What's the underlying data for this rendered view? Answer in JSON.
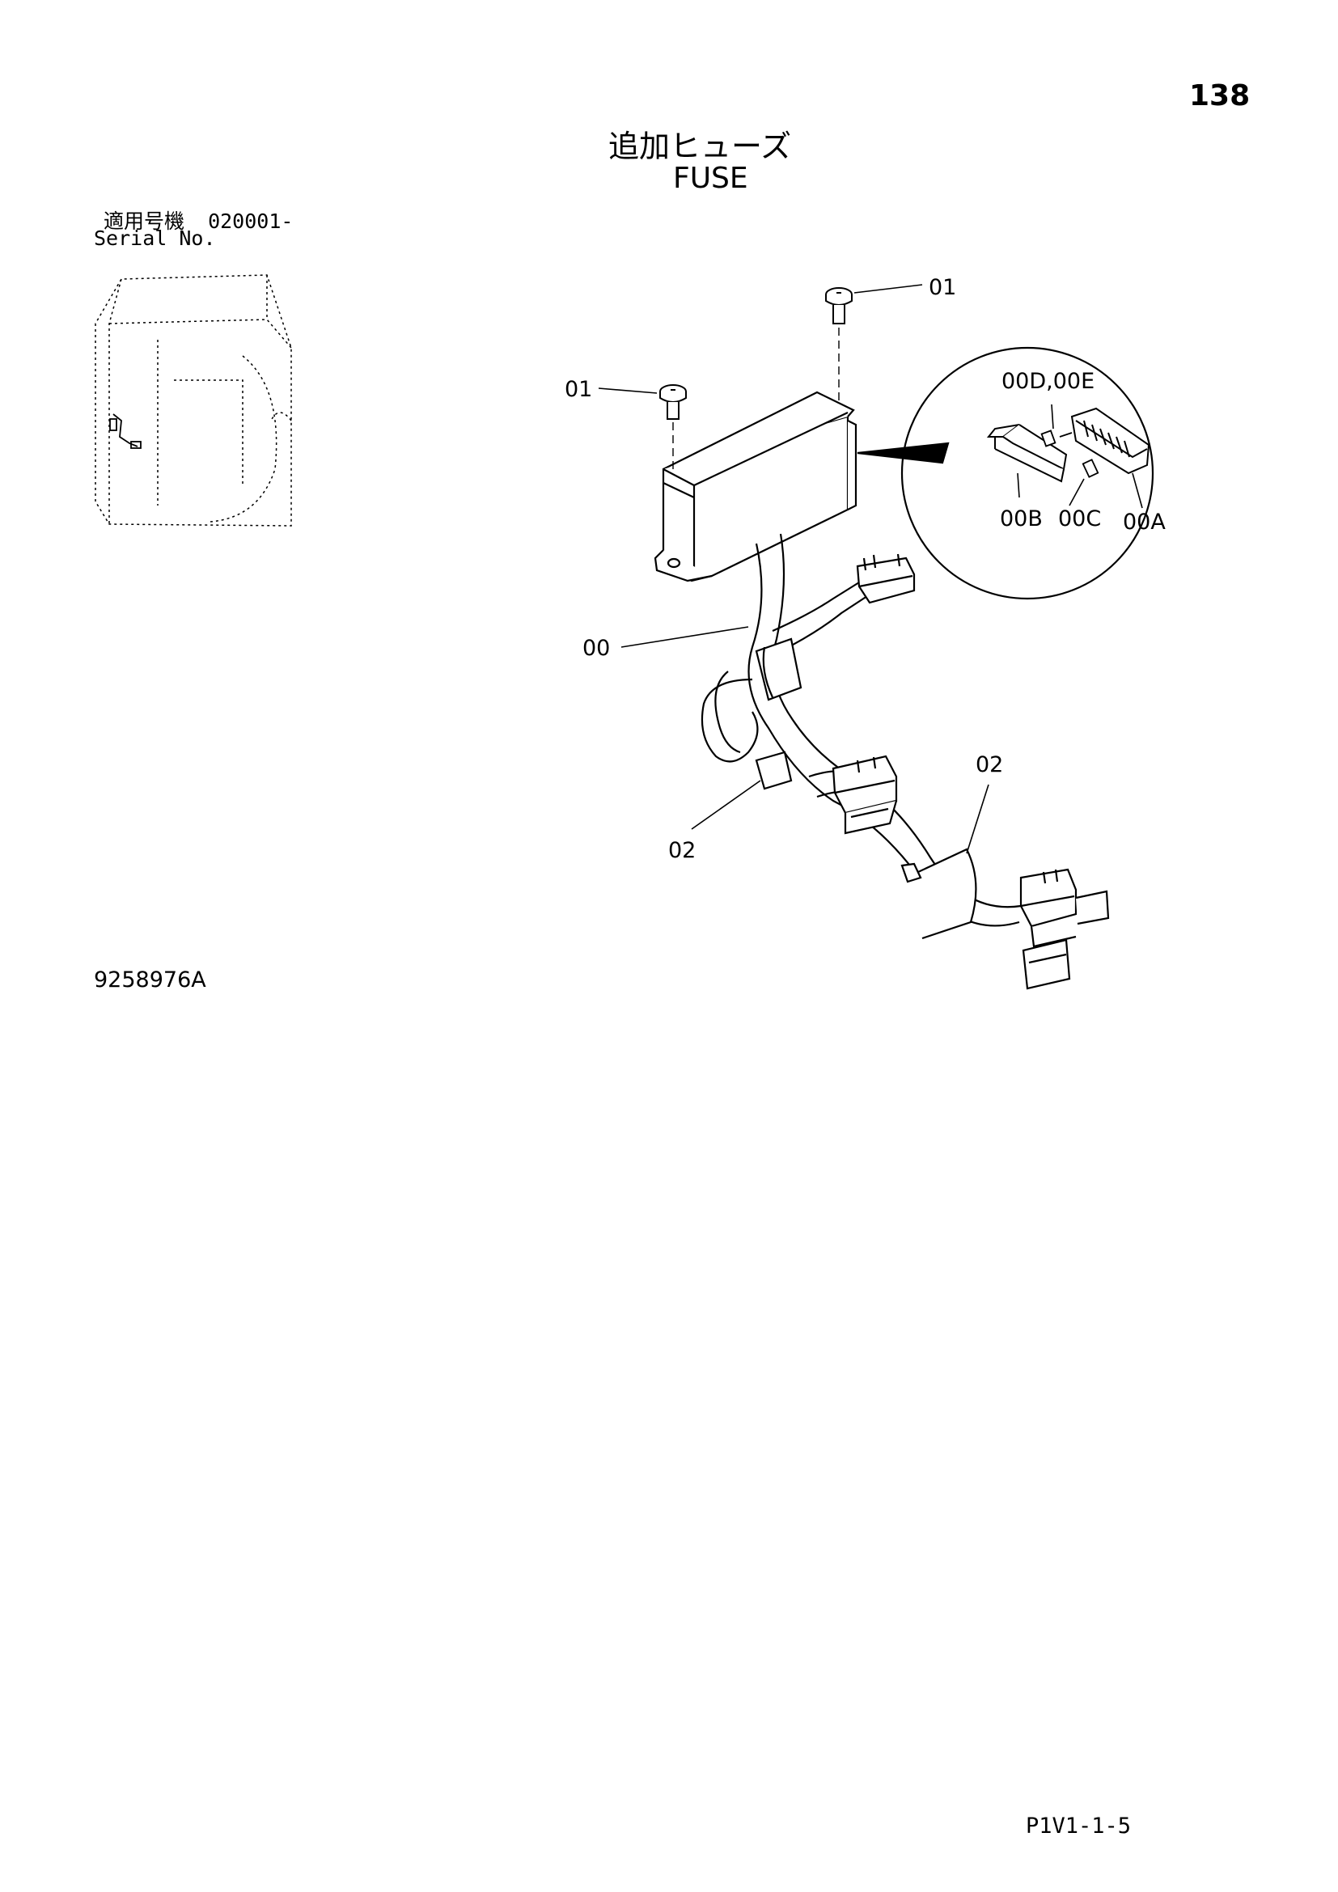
{
  "page_number": "138",
  "title": {
    "japanese": "追加ヒューズ",
    "english": "FUSE"
  },
  "serial": {
    "label_jp": "適用号機",
    "range": "020001-",
    "label_en": "Serial No."
  },
  "part_code": "9258976A",
  "page_ref": "P1V1-1-5",
  "callouts": {
    "screw_top": "01",
    "screw_left": "01",
    "harness": "00",
    "band_right": "02",
    "band_left": "02",
    "detail_top": "00D,00E",
    "detail_b": "00B",
    "detail_c": "00C",
    "detail_a": "00A"
  }
}
